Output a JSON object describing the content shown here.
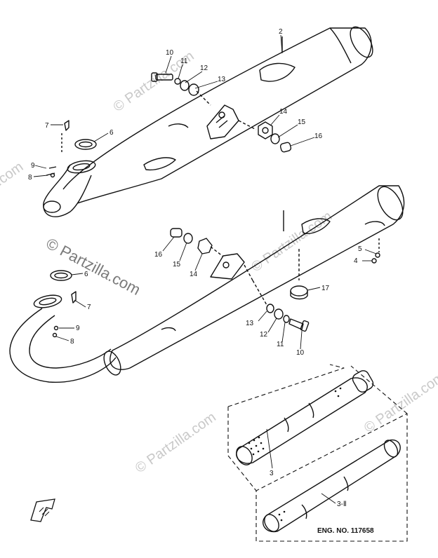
{
  "watermark": "© Partzilla.com",
  "engine_number": "ENG. NO. 117658",
  "callouts": {
    "c2": "2",
    "c10a": "10",
    "c11a": "11",
    "c12a": "12",
    "c13a": "13",
    "c14a": "14",
    "c15a": "15",
    "c16a": "16",
    "c7a": "7",
    "c6a": "6",
    "c9a": "9",
    "c8a": "8",
    "c16b": "16",
    "c15b": "15",
    "c14b": "14",
    "c5": "5",
    "c4": "4",
    "c17": "17",
    "c6b": "6",
    "c7b": "7",
    "c9b": "9",
    "c8b": "8",
    "c13b": "13",
    "c12b": "12",
    "c11b": "11",
    "c10b": "10",
    "c3": "3",
    "c31": "3-Ⅱ"
  },
  "colors": {
    "line": "#111111",
    "watermark": "#c9c9c9"
  },
  "icons": {
    "front_arrow": "front-direction-arrow-icon"
  }
}
